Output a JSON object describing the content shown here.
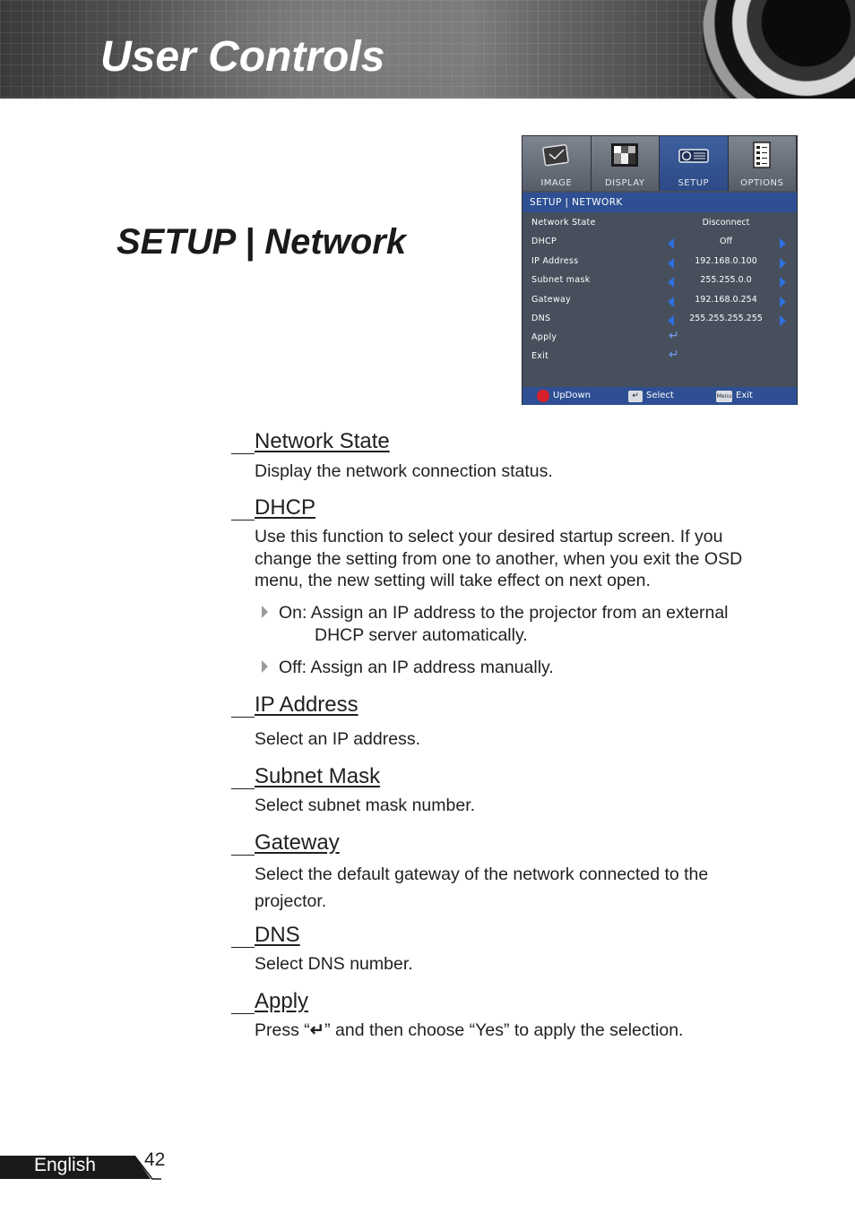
{
  "header": {
    "title": "User Controls"
  },
  "section_title": "SETUP | Network",
  "osd": {
    "tabs": [
      {
        "label": "IMAGE",
        "icon": "image-icon"
      },
      {
        "label": "DISPLAY",
        "icon": "display-icon"
      },
      {
        "label": "SETUP",
        "icon": "projector-icon"
      },
      {
        "label": "OPTIONS",
        "icon": "options-icon"
      }
    ],
    "active_tab": "SETUP",
    "breadcrumb": "SETUP | NETWORK",
    "rows": [
      {
        "label": "Network State",
        "value": "Disconnect",
        "control": "text"
      },
      {
        "label": "DHCP",
        "value": "Off",
        "control": "arrows"
      },
      {
        "label": "IP Address",
        "value": "192.168.0.100",
        "control": "arrows"
      },
      {
        "label": "Subnet mask",
        "value": "255.255.0.0",
        "control": "arrows"
      },
      {
        "label": "Gateway",
        "value": "192.168.0.254",
        "control": "arrows"
      },
      {
        "label": "DNS",
        "value": "255.255.255.255",
        "control": "arrows"
      },
      {
        "label": "Apply",
        "value": "",
        "control": "enter"
      },
      {
        "label": "Exit",
        "value": "",
        "control": "enter"
      }
    ],
    "footer": {
      "updown": "UpDown",
      "select": "Select",
      "menu_key": "Menu",
      "exit": "Exit"
    },
    "colors": {
      "panel": "#474f5c",
      "highlight": "#2e4f93",
      "arrow": "#2f6fe0"
    }
  },
  "entries": [
    {
      "title": "Network State",
      "body": "Display the network connection status."
    },
    {
      "title": "DHCP",
      "body": "Use this function to select your desired startup screen. If you change the setting from one to another, when you exit the OSD menu, the new setting will take effect on next open.",
      "bullets": [
        {
          "lead": "On: Assign an IP address to the projector from an external",
          "cont": "DHCP server automatically."
        },
        {
          "lead": "Off: Assign an IP address manually.",
          "cont": ""
        }
      ]
    },
    {
      "title": "IP Address",
      "body": "Select an IP address."
    },
    {
      "title": "Subnet Mask",
      "body": "Select subnet mask number."
    },
    {
      "title": "Gateway",
      "body": "Select the default gateway of the network connected to the projector."
    },
    {
      "title": "DNS",
      "body": "Select DNS number."
    },
    {
      "title": "Apply",
      "body_before": "Press “",
      "body_after": "” and then choose “Yes” to apply the selection."
    }
  ],
  "footer": {
    "language": "English",
    "page_number": "42"
  }
}
